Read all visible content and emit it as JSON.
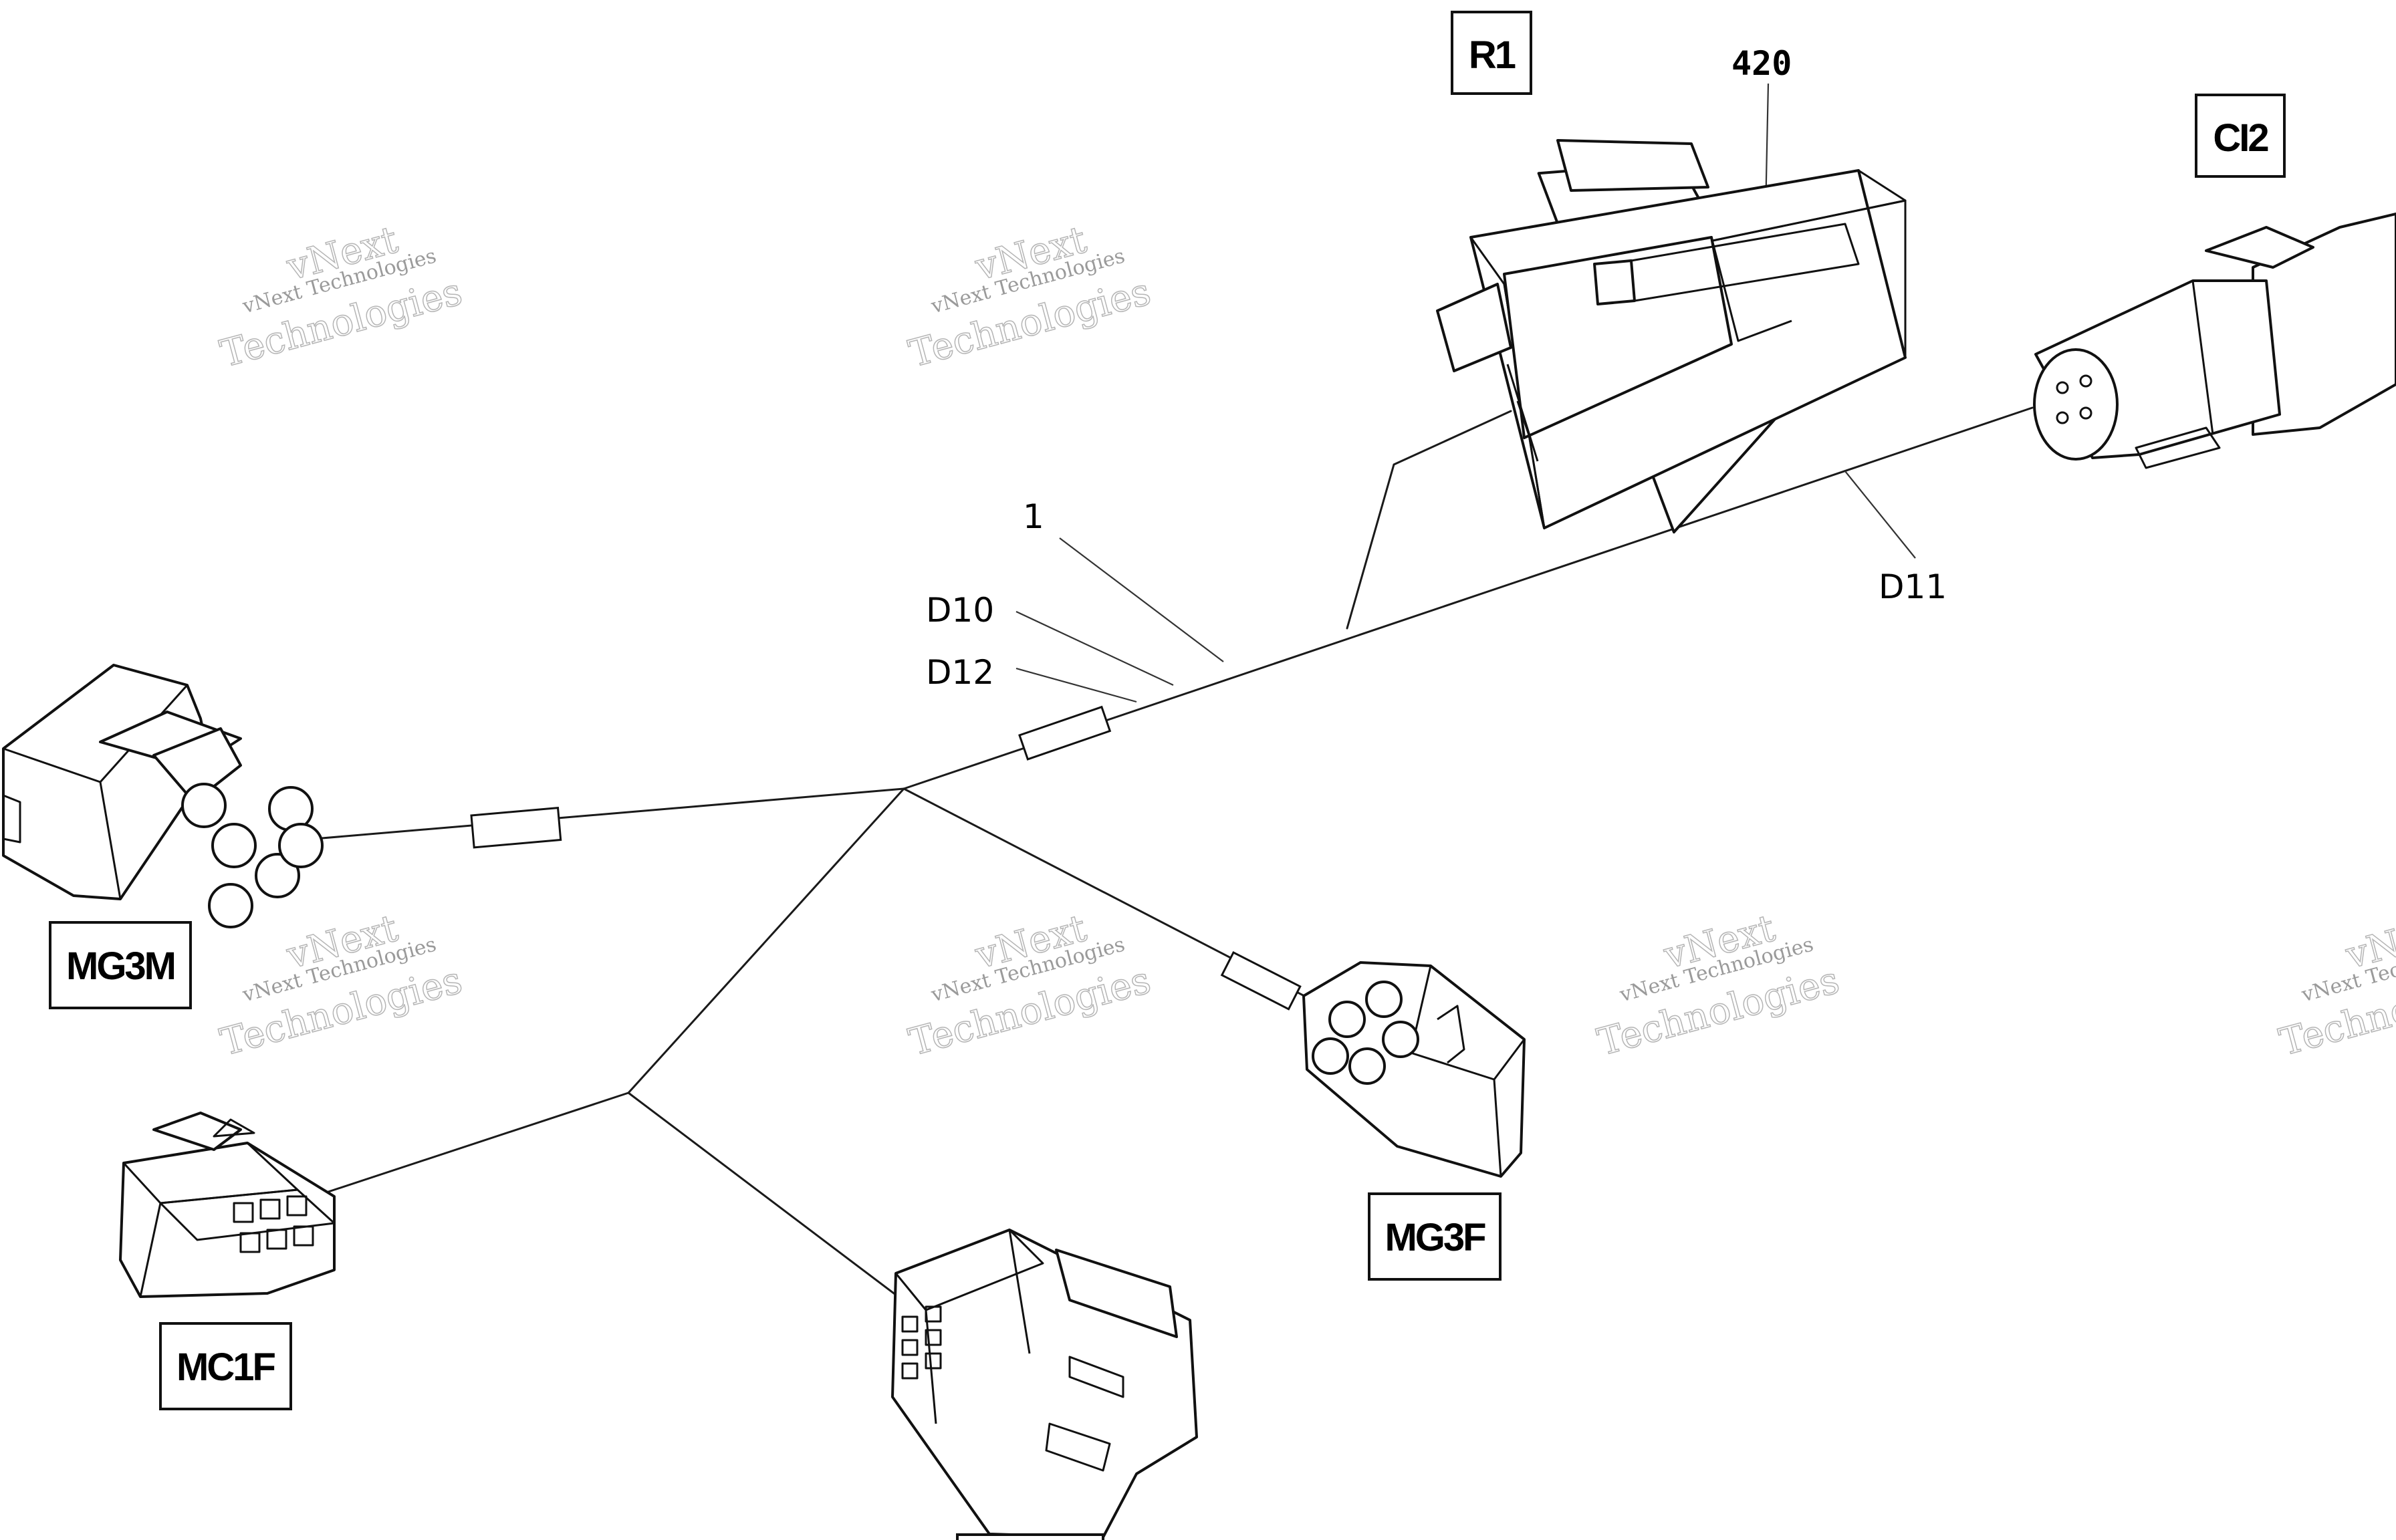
{
  "connectors": {
    "r1": "R1",
    "ci2": "CI2",
    "mg3m": "MG3M",
    "mg3f": "MG3F",
    "mc1f": "MC1F"
  },
  "callouts": {
    "part_420": "420",
    "part_1": "1",
    "d10": "D10",
    "d11": "D11",
    "d12": "D12"
  },
  "watermark": {
    "line_small": "vNext Technologies",
    "top_word": "vNext",
    "bottom_word": "Technologies"
  }
}
